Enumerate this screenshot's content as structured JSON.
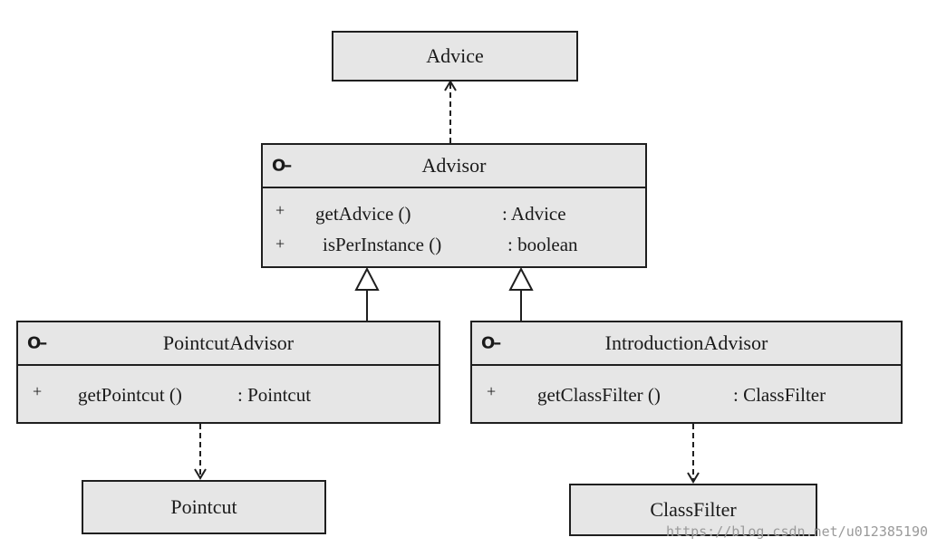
{
  "diagram": {
    "advice": {
      "name": "Advice"
    },
    "advisor": {
      "icon": "interface-icon",
      "name": "Advisor",
      "methods": [
        {
          "visibility": "+",
          "name": "getAdvice ()",
          "type": ": Advice"
        },
        {
          "visibility": "+",
          "name": "isPerInstance ()",
          "type": ": boolean"
        }
      ]
    },
    "pointcut_advisor": {
      "icon": "interface-icon",
      "name": "PointcutAdvisor",
      "methods": [
        {
          "visibility": "+",
          "name": "getPointcut ()",
          "type": ": Pointcut"
        }
      ]
    },
    "introduction_advisor": {
      "icon": "interface-icon",
      "name": "IntroductionAdvisor",
      "methods": [
        {
          "visibility": "+",
          "name": "getClassFilter ()",
          "type": ": ClassFilter"
        }
      ]
    },
    "pointcut": {
      "name": "Pointcut"
    },
    "class_filter": {
      "name": "ClassFilter"
    },
    "watermark": "https://blog.csdn.net/u012385190"
  }
}
